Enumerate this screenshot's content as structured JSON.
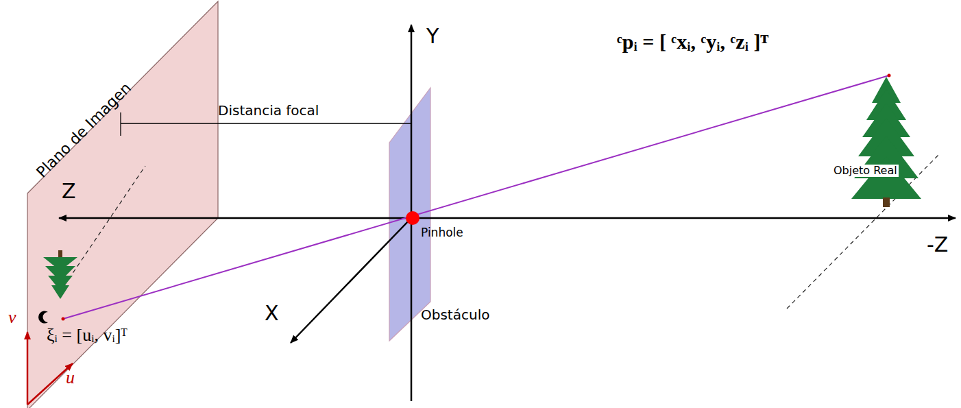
{
  "diagram": {
    "labels": [
      "Plano de Imagen",
      "Distancia focal",
      "Y",
      "Z",
      "-Z",
      "X",
      "Pinhole",
      "Obstáculo",
      "Objeto Real",
      "ᶜpᵢ = [ ᶜxᵢ, ᶜyᵢ, ᶜzᵢ ]ᵀ",
      "ξᵢ = [uᵢ, vᵢ]ᵀ",
      "v",
      "u"
    ]
  }
}
